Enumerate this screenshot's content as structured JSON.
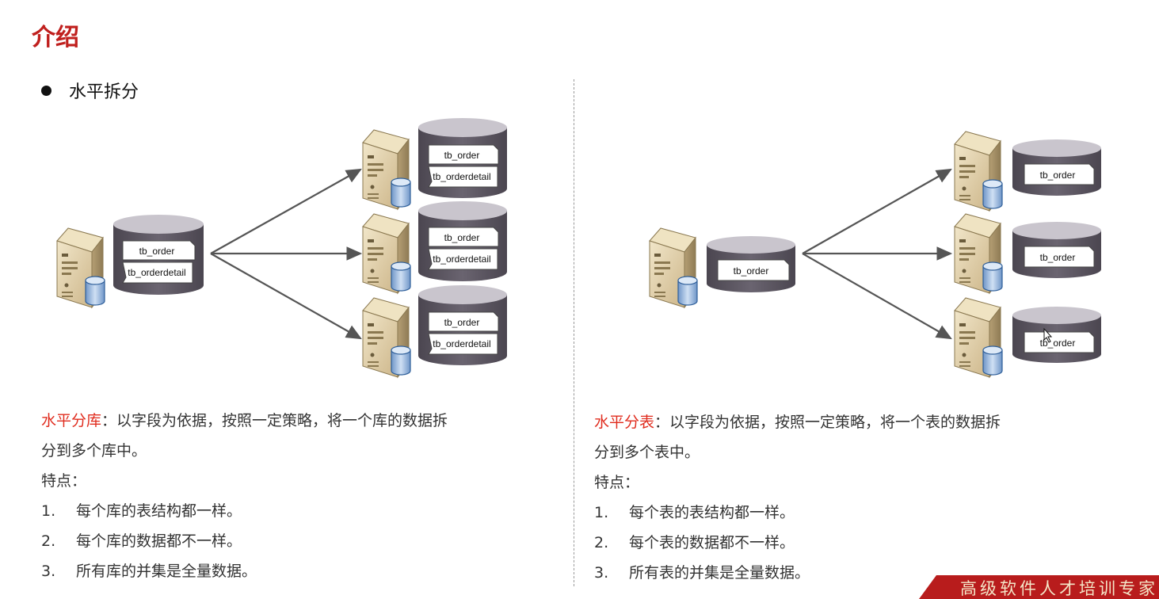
{
  "title": "介绍",
  "bullet": "水平拆分",
  "left_diagram": {
    "source_tables": [
      "tb_order",
      "tb_orderdetail"
    ],
    "target_tables": [
      "tb_order",
      "tb_orderdetail"
    ]
  },
  "right_diagram": {
    "source_tables": [
      "tb_order"
    ],
    "target_tables": [
      "tb_order"
    ]
  },
  "left_text": {
    "term": "水平分库",
    "desc_line1": "：以字段为依据，按照一定策略，将一个库的数据拆",
    "desc_line2": "分到多个库中。",
    "features_label": "特点：",
    "items": [
      {
        "num": "1.",
        "text": "每个库的表结构都一样。"
      },
      {
        "num": "2.",
        "text": "每个库的数据都不一样。"
      },
      {
        "num": "3.",
        "text": "所有库的并集是全量数据。"
      }
    ]
  },
  "right_text": {
    "term": "水平分表",
    "desc_line1": "：以字段为依据，按照一定策略，将一个表的数据拆",
    "desc_line2": "分到多个表中。",
    "features_label": "特点：",
    "items": [
      {
        "num": "1.",
        "text": "每个表的表结构都一样。"
      },
      {
        "num": "2.",
        "text": "每个表的数据都不一样。"
      },
      {
        "num": "3.",
        "text": "所有表的并集是全量数据。"
      }
    ]
  },
  "footer_banner": "高级软件人才培训专家",
  "colors": {
    "title": "#c0201e",
    "highlight": "#e02c1e",
    "cylinder_body": "#5e5863",
    "cylinder_top": "#c8c4cc",
    "server": "#d8c59a",
    "arrow": "#555555"
  }
}
